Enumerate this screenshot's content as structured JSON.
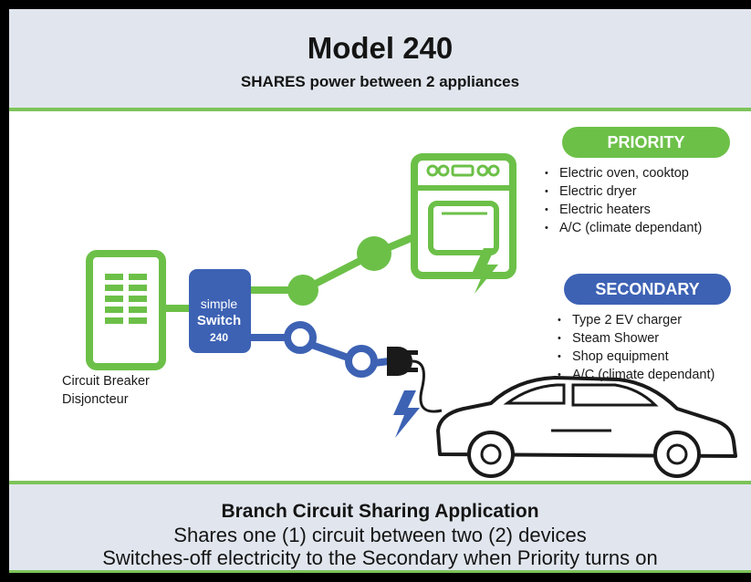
{
  "header": {
    "title": "Model 240",
    "subtitle": "SHARES power between 2 appliances"
  },
  "priority": {
    "label": "PRIORITY",
    "items": [
      "Electric oven, cooktop",
      "Electric dryer",
      "Electric heaters",
      "A/C (climate dependant)"
    ]
  },
  "secondary": {
    "label": "SECONDARY",
    "items": [
      "Type 2 EV charger",
      "Steam Shower",
      "Shop equipment",
      "A/C (climate dependant)"
    ]
  },
  "breaker": {
    "line1": "Circuit Breaker",
    "line2": "Disjoncteur"
  },
  "switch": {
    "line1": "simple",
    "line2": "Switch",
    "line3": "240"
  },
  "footer": {
    "title": "Branch Circuit Sharing Application",
    "line1": "Shares one (1) circuit between two (2) devices",
    "line2": "Switches-off electricity to the Secondary when Priority turns on"
  },
  "colors": {
    "green": "#6cc048",
    "blue": "#3d62b4",
    "panel": "#e1e6ee"
  }
}
